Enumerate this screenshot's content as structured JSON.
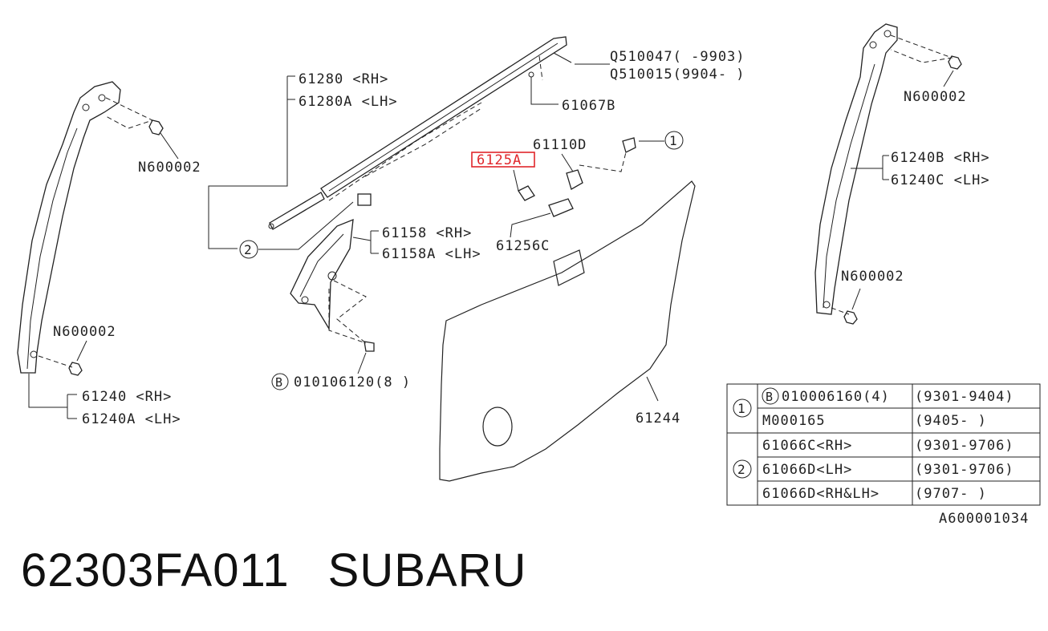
{
  "diagram": {
    "labels": {
      "p61280": "61280 <RH>",
      "p61280a": "61280A <LH>",
      "q510047": "Q510047(  -9903)",
      "q510015": "Q510015(9904-  )",
      "p61067b": "61067B",
      "p61110d": "61110D",
      "p6125a": "6125A",
      "p61158": "61158 <RH>",
      "p61158a": "61158A <LH>",
      "p61256c": "61256C",
      "n600002_tl": "N600002",
      "n600002_ml": "N600002",
      "n600002_tr": "N600002",
      "n600002_mr": "N600002",
      "p61240": "61240 <RH>",
      "p61240a": "61240A <LH>",
      "p61240b": "61240B <RH>",
      "p61240c": "61240C <LH>",
      "p010106120": "010106120(8 )",
      "p61244": "61244",
      "callout1": "1",
      "callout2": "2",
      "b_mark": "B",
      "ref_code": "A600001034"
    },
    "highlight_color": "#e0262b",
    "table": {
      "rows": [
        {
          "group": "1",
          "b_mark": "B",
          "part": "010006160(4)",
          "range": "(9301-9404)"
        },
        {
          "group": "",
          "b_mark": "",
          "part": "M000165",
          "range": "(9405-      )"
        },
        {
          "group": "2",
          "b_mark": "",
          "part": "61066C<RH>",
          "range": "(9301-9706)"
        },
        {
          "group": "",
          "b_mark": "",
          "part": "61066D<LH>",
          "range": "(9301-9706)"
        },
        {
          "group": "",
          "b_mark": "",
          "part": "61066D<RH&LH>",
          "range": "(9707-      )"
        }
      ]
    }
  },
  "caption": {
    "part_number": "62303FA011",
    "brand": "SUBARU"
  }
}
